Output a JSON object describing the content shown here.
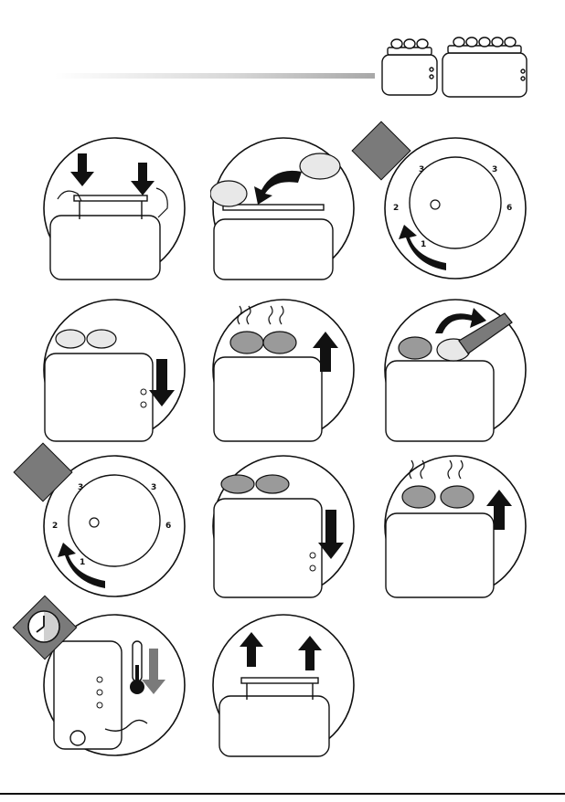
{
  "manual": {
    "steps": [
      {
        "id": 1,
        "action": "press-down-rack"
      },
      {
        "id": 2,
        "action": "place-buns-on-rack"
      },
      {
        "id": 3,
        "action": "turn-dial-to-1",
        "dial": {
          "labels": [
            "1",
            "2",
            "3",
            "3",
            "6"
          ]
        }
      },
      {
        "id": 4,
        "action": "lower-lever"
      },
      {
        "id": 5,
        "action": "lever-pops-up"
      },
      {
        "id": 6,
        "action": "turn-buns-with-tongs"
      },
      {
        "id": 7,
        "action": "turn-dial-to-1",
        "dial": {
          "labels": [
            "1",
            "2",
            "3",
            "3",
            "6"
          ]
        }
      },
      {
        "id": 8,
        "action": "lower-lever"
      },
      {
        "id": 9,
        "action": "lever-pops-up"
      },
      {
        "id": 10,
        "action": "unplug-and-cool-down"
      },
      {
        "id": 11,
        "action": "lift-rack"
      }
    ]
  },
  "colors": {
    "line": "#111111",
    "fill_grey": "#7a7a7a",
    "bun": "#cfcfcf",
    "circle_bg": "#ffffff"
  }
}
